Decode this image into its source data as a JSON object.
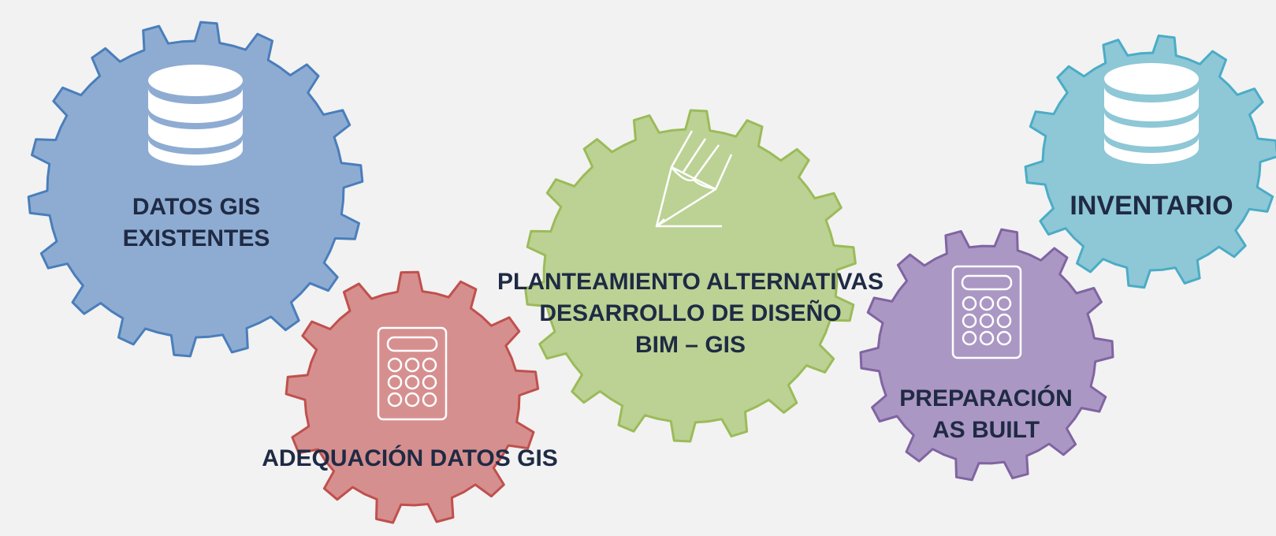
{
  "gears": [
    {
      "id": "datos",
      "lines": [
        "DATOS GIS",
        "EXISTENTES"
      ],
      "icon": "database-icon",
      "fill": "#8eacd2",
      "stroke": "#4a7ebb"
    },
    {
      "id": "adecuacion",
      "lines": [
        "ADEQUACIÓN DATOS GIS"
      ],
      "icon": "calculator-icon",
      "fill": "#d68f8f",
      "stroke": "#c0504d"
    },
    {
      "id": "planteamiento",
      "lines": [
        "PLANTEAMIENTO ALTERNATIVAS",
        "DESARROLLO DE DISEÑO",
        "BIM –  GIS"
      ],
      "icon": "pencil-icon",
      "fill": "#bbd294",
      "stroke": "#9bbb59"
    },
    {
      "id": "preparacion",
      "lines": [
        "PREPARACIÓN",
        "AS BUILT"
      ],
      "icon": "calculator-icon",
      "fill": "#ab97c3",
      "stroke": "#8064a2"
    },
    {
      "id": "inventario",
      "lines": [
        "INVENTARIO"
      ],
      "icon": "database-icon",
      "fill": "#8ec7d6",
      "stroke": "#4bacc6"
    }
  ]
}
